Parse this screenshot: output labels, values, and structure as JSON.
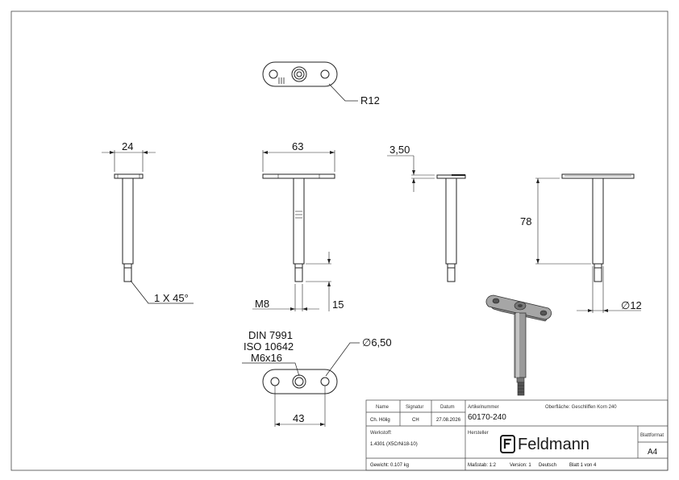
{
  "drawing": {
    "dims": {
      "radius": "R12",
      "plate_width": "24",
      "plate_length": "63",
      "plate_thickness": "3,50",
      "chamfer": "1 X 45°",
      "thread": "M8",
      "thread_length": "15",
      "height": "78",
      "tube_diameter": "∅12",
      "hole_diameter": "∅6,50",
      "hole_spacing": "43"
    },
    "screw_spec": {
      "line1": "DIN 7991",
      "line2": "ISO 10642",
      "line3": "M6x16"
    }
  },
  "title_block": {
    "hdr_name": "Name",
    "hdr_signature": "Signatur",
    "hdr_date": "Datum",
    "name": "Ch. Hölig",
    "signature": "CH",
    "date": "27.08.2026",
    "article_label": "Artikelnummer",
    "article_number": "60170-240",
    "surface": "Oberfläche:  Geschliffen Korn 240",
    "material_label": "Werkstoff:",
    "material": "1.4301 (X5CrNi18-10)",
    "manufacturer_label": "Hersteller",
    "logo_text": "Feldmann",
    "format_label": "Blattformat",
    "format": "A4",
    "weight": "Gewicht: 0.107 kg",
    "scale": "Maßstab: 1:2",
    "version": "Version: 1",
    "language": "Deutsch",
    "sheet": "Blatt 1 von 4"
  }
}
